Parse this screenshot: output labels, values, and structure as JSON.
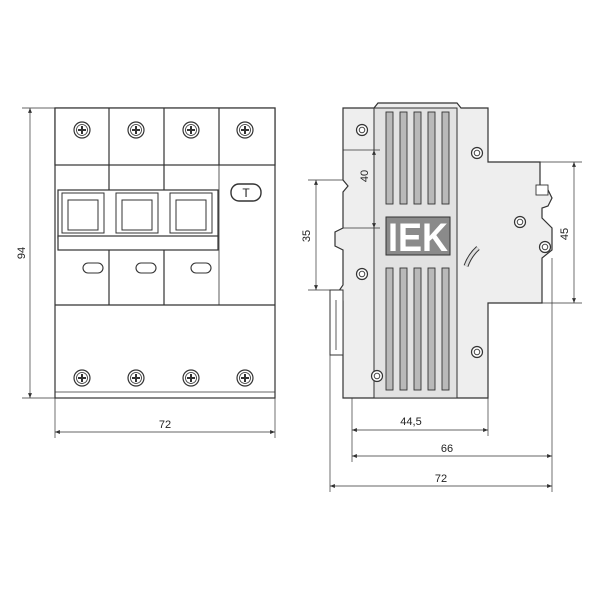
{
  "front_view": {
    "height_label": "94",
    "width_label": "72",
    "test_button_label": "T"
  },
  "side_view": {
    "logo": "IEK",
    "dim_40": "40",
    "dim_35": "35",
    "dim_45": "45",
    "dim_44_5": "44,5",
    "dim_66": "66",
    "dim_72": "72"
  }
}
